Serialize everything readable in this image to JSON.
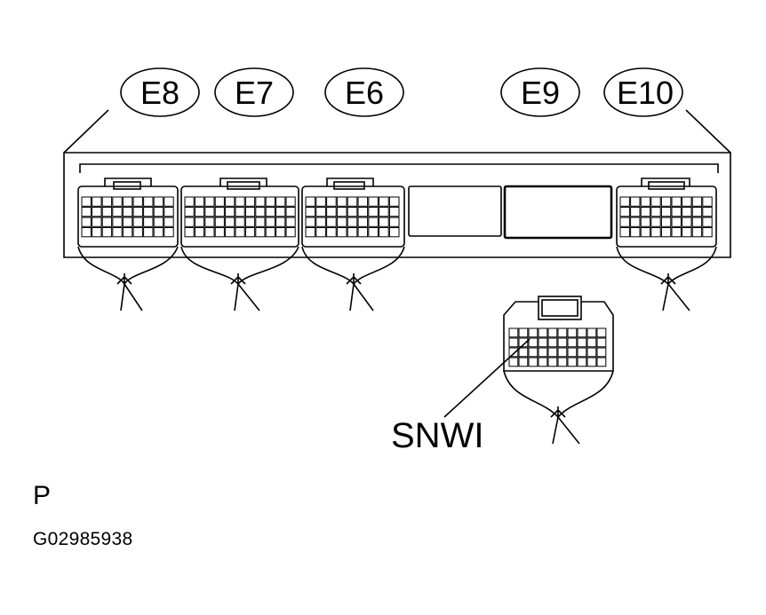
{
  "diagram": {
    "connector_labels": {
      "e8": "E8",
      "e7": "E7",
      "e6": "E6",
      "e9": "E9",
      "e10": "E10"
    },
    "sensor_label": "SNWI",
    "corner_letter": "P",
    "figure_code": "G02985938",
    "colors": {
      "ink": "#000000",
      "background": "#ffffff"
    }
  }
}
